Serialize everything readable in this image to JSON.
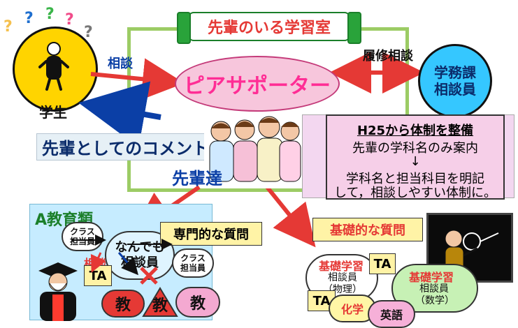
{
  "title": "先輩のいる学習室",
  "labels": {
    "soudan": "相談",
    "rishu_soudan": "履修相談",
    "gakusei": "学生",
    "peer": "ピアサポーター",
    "gakumuka": "学務課\n相談員",
    "comment": "先輩としてのコメント",
    "senpaitachi": "先輩達"
  },
  "note": {
    "line1": "H25から体制を整備",
    "line2": "先輩の学科名のみ案内",
    "line3": "↓",
    "line4": "学科名と担当科目を明記",
    "line5": "して，相談しやすい体制に。"
  },
  "bottom_left": {
    "a_title": "A教育類",
    "class_tantou_1": "クラス\n担当員",
    "nandemo": "なんでも\n相談員",
    "specialty": "専門的な質問",
    "class_tantou_2": "クラス\n担当員",
    "soudan": "相談",
    "ta": "TA",
    "kyou": "教"
  },
  "bottom_right": {
    "basic": "基礎的な質問",
    "kiso1_title": "基礎学習",
    "kiso1_body": "相談員",
    "kiso1_sub": "（物理）",
    "kiso2_title": "基礎学習",
    "kiso2_body": "相談員",
    "kiso2_sub": "（数学）",
    "ta1": "TA",
    "ta2": "TA",
    "chem": "化学",
    "eng": "英語"
  }
}
